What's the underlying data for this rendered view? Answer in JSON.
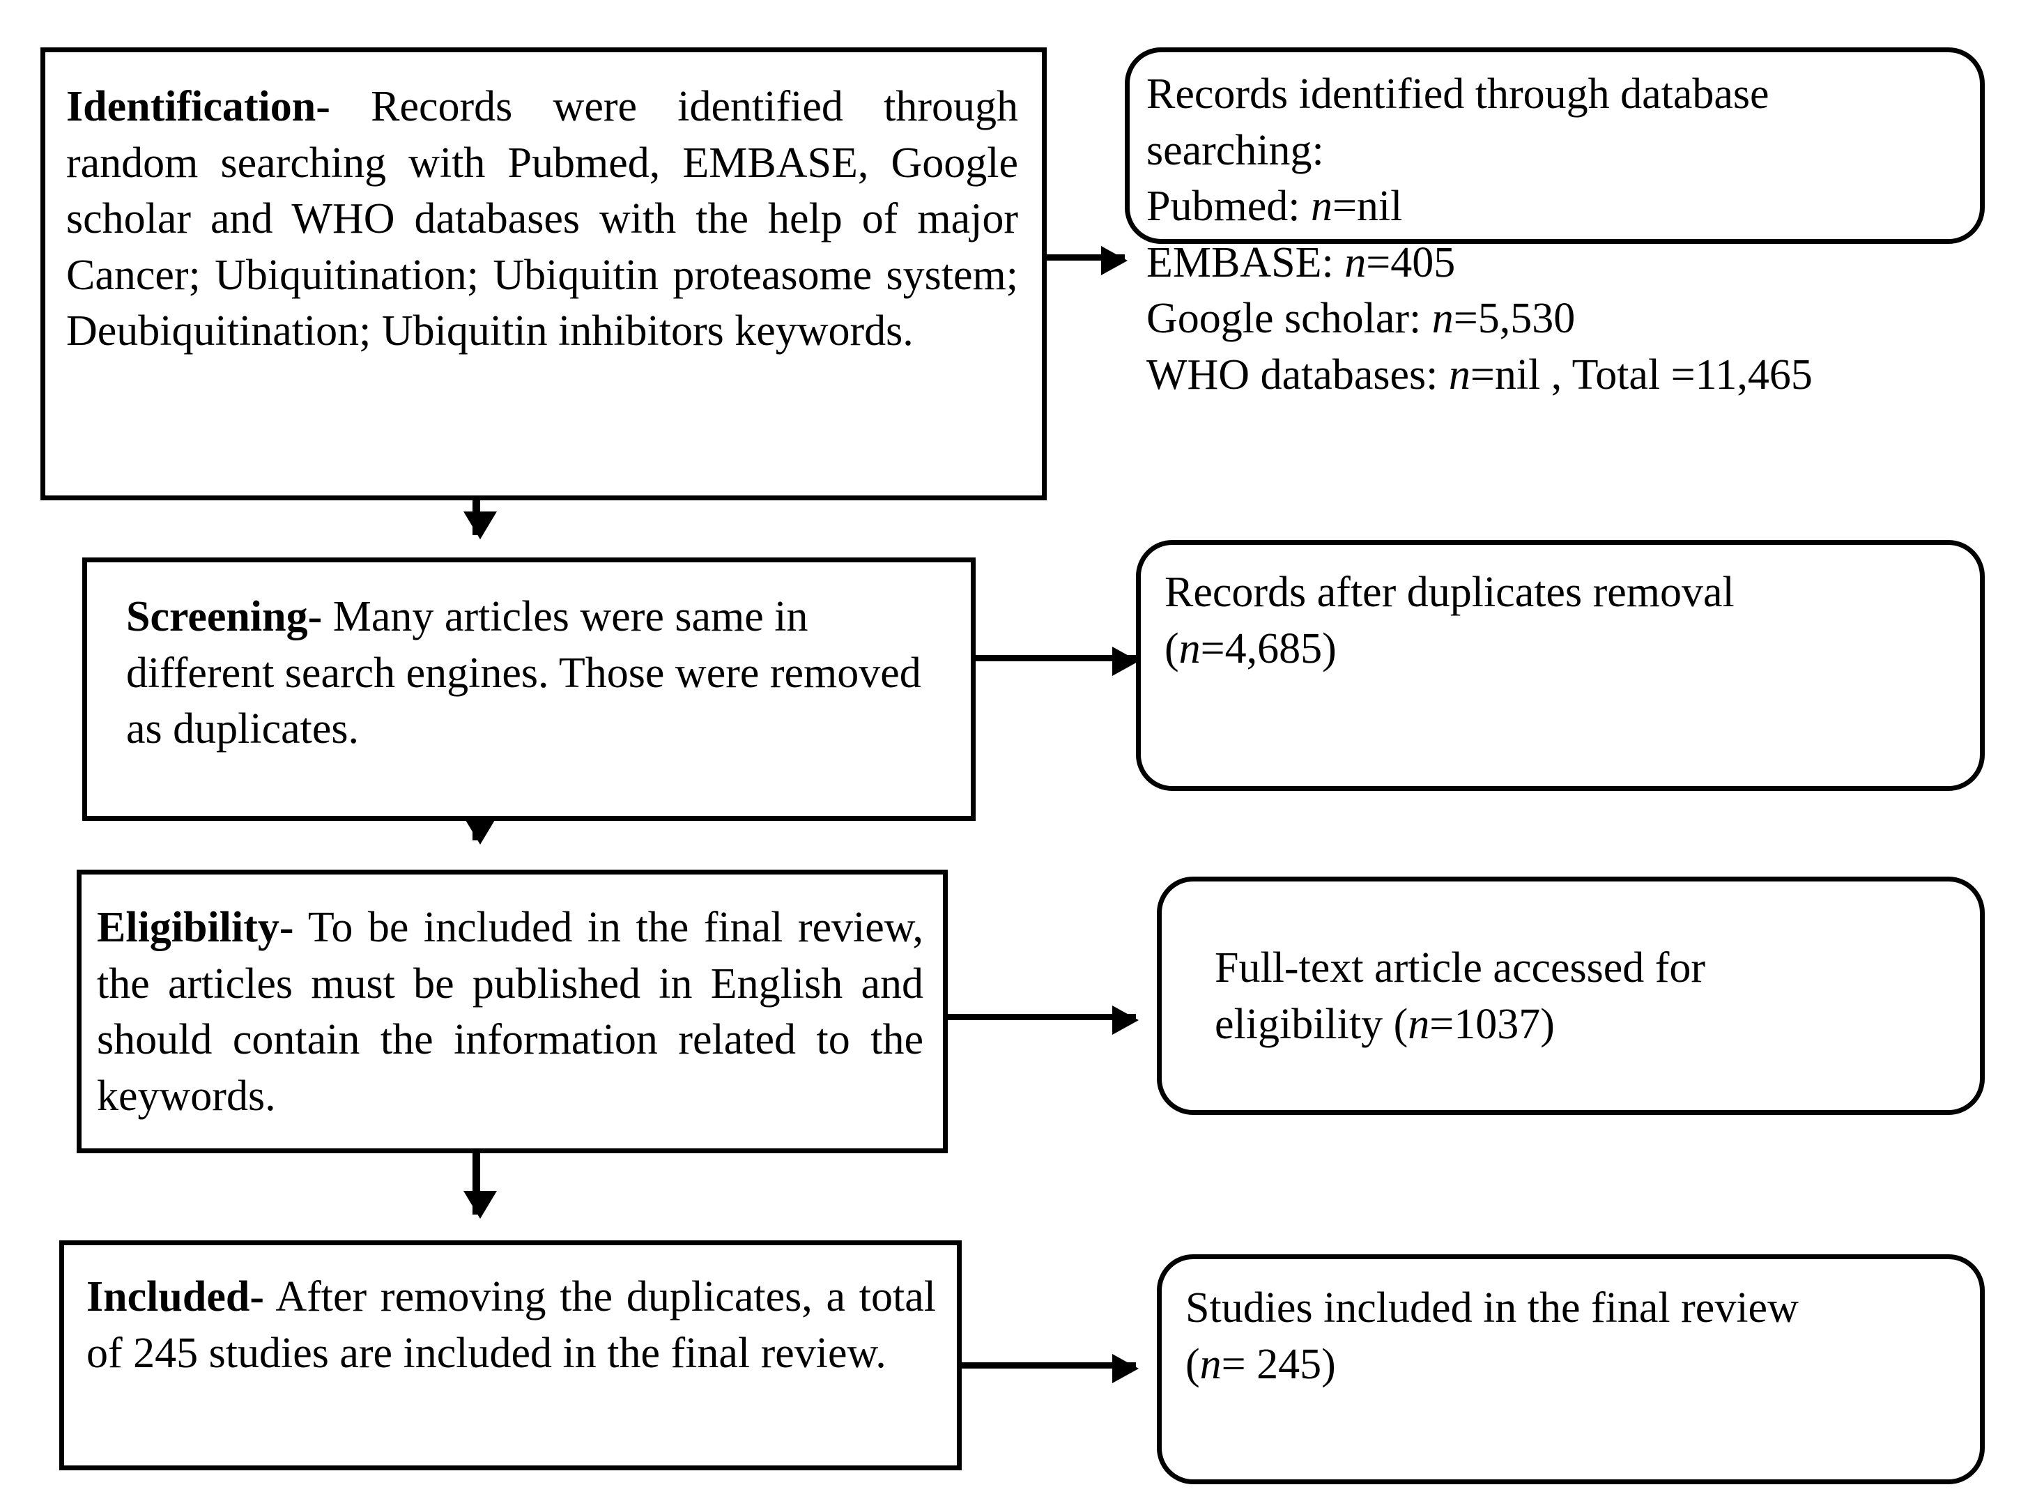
{
  "diagram": {
    "title": "PRISMA study selection flow diagram",
    "ink_color": "#000000",
    "background_color": "#ffffff",
    "stages": [
      {
        "key": "identification",
        "left": {
          "lead": "Identification-",
          "body": " Records were identified through random searching with Pubmed, EMBASE, Google scholar and WHO databases with the help of major Cancer; Ubiquitination; Ubiquitin proteasome system; Deubiquitination; Ubiquitin inhibitors keywords."
        },
        "right_lines": [
          "Records identified through database",
          "searching:"
        ],
        "right_counts": [
          {
            "label": "Pubmed: ",
            "n_prefix": "n",
            "eq": "=",
            "value": "nil",
            "suffix": ""
          },
          {
            "label": "EMBASE: ",
            "n_prefix": "n",
            "eq": "=",
            "value": "405",
            "suffix": ""
          },
          {
            "label": "Google scholar: ",
            "n_prefix": "n",
            "eq": "=",
            "value": "5,530",
            "suffix": ""
          },
          {
            "label": "WHO databases: ",
            "n_prefix": "n",
            "eq": "=",
            "value": "nil",
            "suffix": " , Total =11,465"
          }
        ]
      },
      {
        "key": "screening",
        "left": {
          "lead": "Screening-",
          "body": " Many articles were same in different search engines. Those were removed as duplicates."
        },
        "right_line1": "Records after duplicates removal",
        "right_line2_open": "(",
        "right_line2_n": "n",
        "right_line2_eq": "=",
        "right_line2_value": "4,685",
        "right_line2_close": ")"
      },
      {
        "key": "eligibility",
        "left": {
          "lead": "Eligibility-",
          "body": " To be included in the final review, the articles must be published in English and should contain the information related to the keywords."
        },
        "right_line1": "Full-text article accessed for",
        "right_line2_pre": "eligibility (",
        "right_line2_n": "n",
        "right_line2_eq": "=",
        "right_line2_value": "1037",
        "right_line2_close": ")"
      },
      {
        "key": "included",
        "left": {
          "lead": "Included-",
          "body": " After removing the duplicates, a total of 245 studies are included in the final review."
        },
        "right_line1": "Studies included in the final review",
        "right_line2_open": "(",
        "right_line2_n": "n",
        "right_line2_eq": "= ",
        "right_line2_value": "245",
        "right_line2_close": ")"
      }
    ],
    "connectors": {
      "h_identification": "arrow-identification-to-records",
      "h_screening": "arrow-screening-to-duplicates",
      "h_eligibility": "arrow-eligibility-to-fulltext",
      "h_included": "arrow-included-to-studies",
      "v_ident_to_screen": "arrow-identification-down",
      "v_screen_to_elig": "arrow-screening-down",
      "v_elig_to_incl": "arrow-eligibility-down"
    }
  }
}
